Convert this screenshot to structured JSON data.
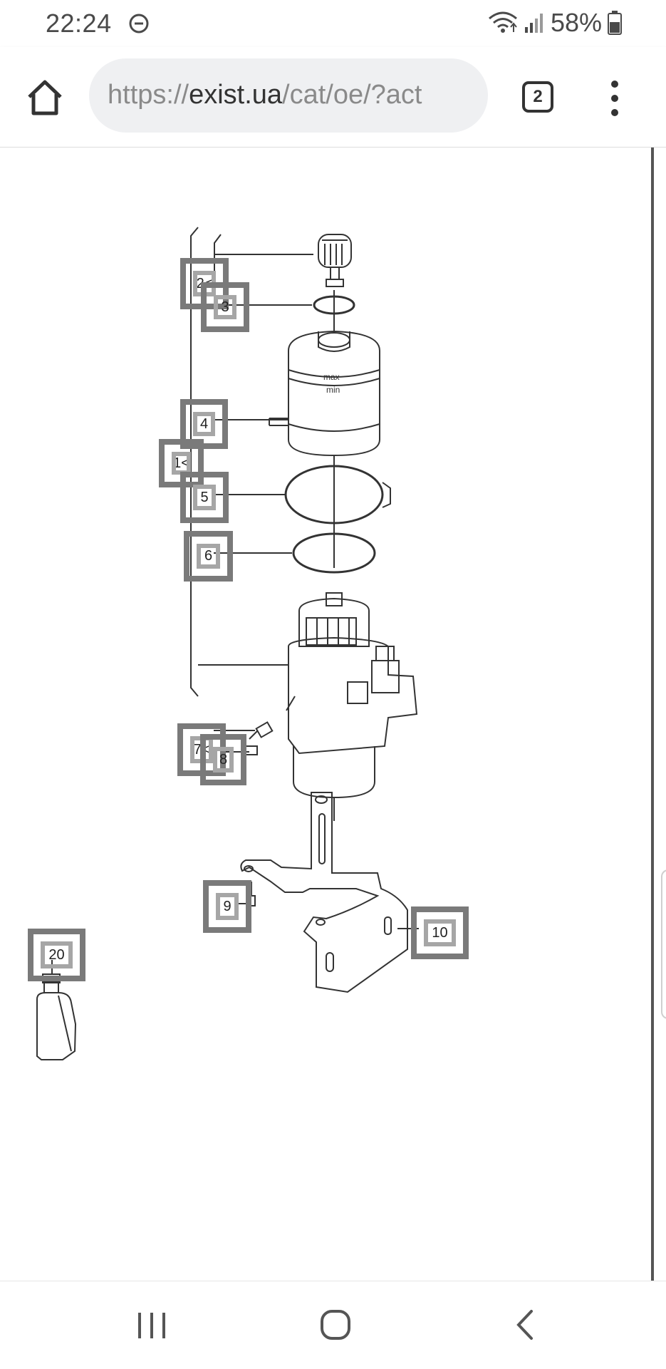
{
  "status_bar": {
    "time": "22:24",
    "battery_percent": "58%",
    "icons": [
      "do-not-disturb-icon",
      "wifi-icon",
      "signal-icon",
      "battery-icon"
    ]
  },
  "browser": {
    "url_scheme": "https://",
    "url_host": "exist.ua",
    "url_path": "/cat/oe/?act",
    "tab_count": "2",
    "icons": [
      "home-icon",
      "tabs-icon",
      "more-menu-icon"
    ]
  },
  "diagram": {
    "callouts": [
      {
        "id": "2",
        "label": "2<"
      },
      {
        "id": "3",
        "label": "3"
      },
      {
        "id": "4",
        "label": "4"
      },
      {
        "id": "1",
        "label": "1<"
      },
      {
        "id": "5",
        "label": "5"
      },
      {
        "id": "6",
        "label": "6"
      },
      {
        "id": "7",
        "label": "7<"
      },
      {
        "id": "8",
        "label": "8"
      },
      {
        "id": "9",
        "label": "9"
      },
      {
        "id": "10",
        "label": "10"
      },
      {
        "id": "20",
        "label": "20"
      }
    ],
    "reservoir_labels": {
      "max": "max",
      "min": "min"
    }
  },
  "nav_bar": {
    "icons": [
      "recent-apps-icon",
      "home-circle-icon",
      "back-icon"
    ]
  },
  "colors": {
    "callout_border": "#7a7a7a",
    "line_art": "#333333",
    "url_bar_bg": "#eff0f2"
  }
}
